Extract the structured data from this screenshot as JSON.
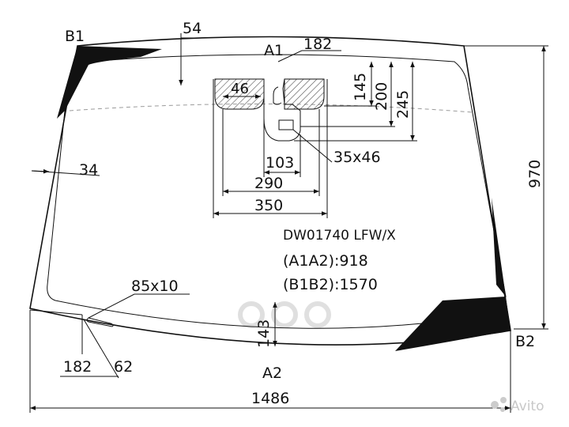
{
  "drawing": {
    "part_code": "DW01740 LFW/X",
    "ratio_a": "(A1A2):918",
    "ratio_b": "(B1B2):1570",
    "points": {
      "a1": "A1",
      "a2": "A2",
      "b1": "B1",
      "b2": "B2"
    },
    "dimensions": {
      "top_offset": "54",
      "sensor_width": "182",
      "left_pad": "46",
      "height_145": "145",
      "height_200": "200",
      "height_245": "245",
      "camera_width": "103",
      "area_290": "290",
      "area_350": "350",
      "camera_size": "35x46",
      "side_34": "34",
      "total_height": "970",
      "heater_size": "85x10",
      "bottom_143": "143",
      "bottom_182": "182",
      "bottom_62": "62",
      "total_width": "1486"
    }
  },
  "watermarks": {
    "brand": "Avito"
  },
  "colors": {
    "frit": "#111111",
    "line": "#111111",
    "hatch": "#555555"
  }
}
